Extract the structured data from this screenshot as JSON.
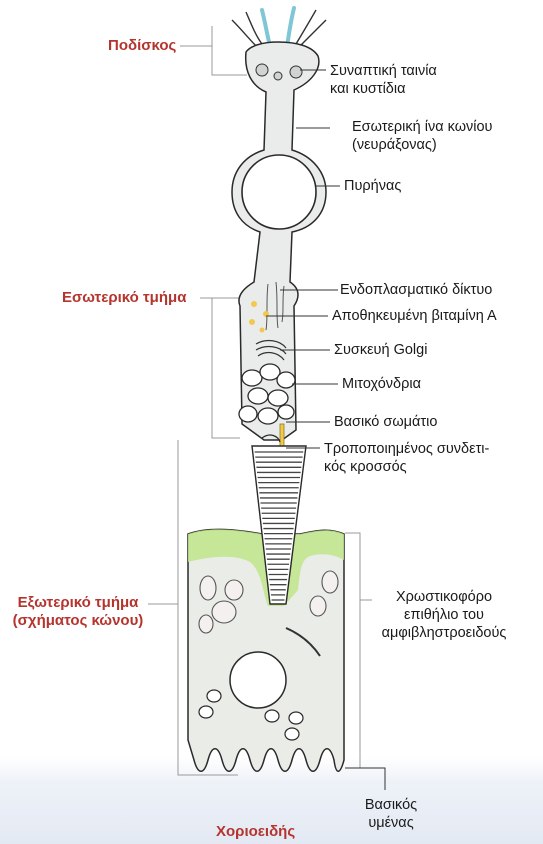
{
  "colors": {
    "region_label": "#b5342e",
    "cell_fill": "#e9ecea",
    "outline": "#2a2a2a",
    "green_layer": "#bfe58a",
    "cilia_blue": "#7fc6d6",
    "vitamin_a": "#f2c94c",
    "choroid": "#e3e9f3"
  },
  "regions": {
    "podiskos": "Ποδίσκος",
    "inner_segment": "Εσωτερικό τμήμα",
    "outer_segment_line1": "Εξωτερικό τμήμα",
    "outer_segment_line2": "(σχήματος κώνου)",
    "choroid": "Χοριοειδής"
  },
  "labels": {
    "synaptic_line1": "Συναπτική ταινία",
    "synaptic_line2": "και κυστίδια",
    "fiber_line1": "Εσωτερική ίνα κωνίου",
    "fiber_line2": "(νευράξονας)",
    "nucleus": "Πυρήνας",
    "er": "Ενδοπλασματικό δίκτυο",
    "vitamin_a": "Αποθηκευμένη βιταμίνη Α",
    "golgi": "Συσκευή Golgi",
    "mito": "Μιτοχόνδρια",
    "basal_body": "Βασικό σωμάτιο",
    "cilium_line1": "Τροποποιημένος συνδετι-",
    "cilium_line2": "κός κροσσός",
    "rpe_line1": "Χρωστικοφόρο",
    "rpe_line2": "επιθήλιο του",
    "rpe_line3": "αμφιβληστροειδούς",
    "membrane_line1": "Βασικός",
    "membrane_line2": "υμένας"
  },
  "icons": [
    "mitochondrion-icon",
    "golgi-icon",
    "vesicle-icon",
    "pigment-granule-icon"
  ]
}
